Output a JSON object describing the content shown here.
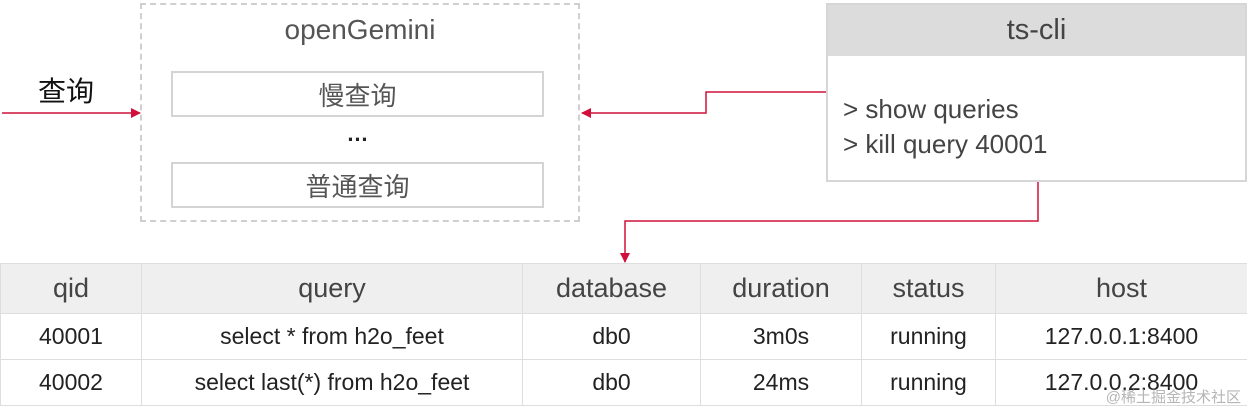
{
  "input": {
    "label": "查询"
  },
  "server": {
    "title": "openGemini",
    "queries": [
      "慢查询",
      "…",
      "普通查询"
    ]
  },
  "cli": {
    "title": "ts-cli",
    "commands": [
      "> show queries",
      "> kill query 40001"
    ]
  },
  "table": {
    "headers": [
      "qid",
      "query",
      "database",
      "duration",
      "status",
      "host"
    ],
    "rows": [
      [
        "40001",
        "select * from h2o_feet",
        "db0",
        "3m0s",
        "running",
        "127.0.0.1:8400"
      ],
      [
        "40002",
        "select last(*) from h2o_feet",
        "db0",
        "24ms",
        "running",
        "127.0.0.2:8400"
      ]
    ]
  },
  "watermark": "@稀土掘金技术社区",
  "colors": {
    "arrow": "#d0103a",
    "header_fill": "#dcdcdc"
  }
}
